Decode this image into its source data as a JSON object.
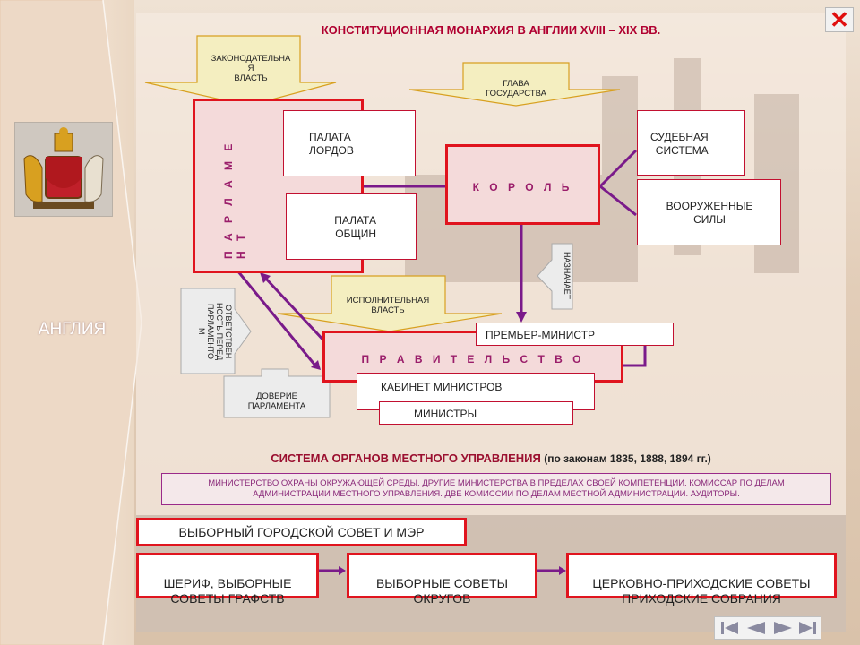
{
  "title": "КОНСТИТУЦИОННАЯ МОНАРХИЯ В АНГЛИИ XVIII – XIX ВВ.",
  "country": "АНГЛИЯ",
  "close_label": "✕",
  "arrows": {
    "legislative": "ЗАКОНОДАТЕЛЬНА\nЯ\nВЛАСТЬ",
    "head_of_state": "ГЛАВА\nГОСУДАРСТВА",
    "executive": "ИСПОЛНИТЕЛЬНАЯ\nВЛАСТЬ",
    "appoints": "НАЗНАЧАЕТ",
    "responsibility": "ОТВЕТСТВЕН\nНОСТЬ ПЕРЕД\nПАРЛАМЕНТО\nМ",
    "trust": "ДОВЕРИЕ\nПАРЛАМЕНТА"
  },
  "parliament": "П А Р Л А М Е Н Т",
  "house_of_lords": "ПАЛАТА\nЛОРДОВ",
  "house_of_commons": "ПАЛАТА\nОБЩИН",
  "king": "К О Р О Л Ь",
  "judicial": "СУДЕБНАЯ\nСИСТЕМА",
  "armed_forces": "ВООРУЖЕННЫЕ\nСИЛЫ",
  "prime_minister": "ПРЕМЬЕР-МИНИСТР",
  "government": "П Р А В И Т Е Л Ь С Т В О",
  "cabinet": "КАБИНЕТ МИНИСТРОВ",
  "ministers": "МИНИСТРЫ",
  "local_title": "СИСТЕМА ОРГАНОВ МЕСТНОГО УПРАВЛЕНИЯ",
  "local_title_laws": " (по законам 1835, 1888, 1894 гг.)",
  "local_desc": "МИНИСТЕРСТВО ОХРАНЫ ОКРУЖАЮЩЕЙ СРЕДЫ. ДРУГИЕ МИНИСТЕРСТВА В ПРЕДЕЛАХ СВОЕЙ КОМПЕТЕНЦИИ. КОМИССАР ПО ДЕЛАМ АДМИНИСТРАЦИИ МЕСТНОГО УПРАВЛЕНИЯ. ДВЕ КОМИССИИ ПО ДЕЛАМ МЕСТНОЙ АДМИНИСТРАЦИИ. АУДИТОРЫ.",
  "city_council": "ВЫБОРНЫЙ ГОРОДСКОЙ СОВЕТ И МЭР",
  "sheriff": "ШЕРИФ, ВЫБОРНЫЕ\nСОВЕТЫ ГРАФСТВ",
  "district_councils": "ВЫБОРНЫЕ СОВЕТЫ\nОКРУГОВ",
  "parish": "ЦЕРКОВНО-ПРИХОДСКИЕ СОВЕТЫ\nПРИХОДСКИЕ СОБРАНИЯ",
  "icons": [
    "coat-of-arms-icon",
    "close-icon",
    "first-icon",
    "prev-icon",
    "next-icon",
    "last-icon"
  ],
  "colors": {
    "accent_red": "#e0141e",
    "purple": "#7a1a8a",
    "title_red": "#b00030"
  }
}
